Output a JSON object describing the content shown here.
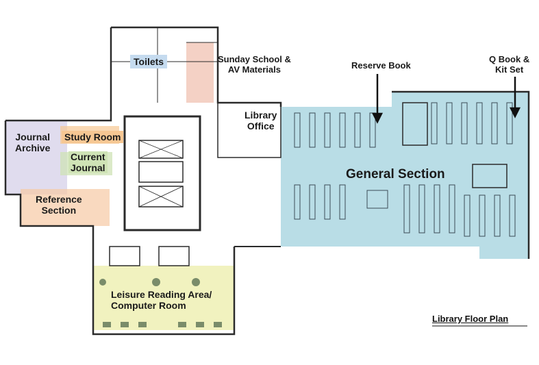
{
  "title": "Library Floor Plan",
  "labels": {
    "toilets": "Toilets",
    "sunday": [
      "Sunday School &",
      "AV Materials"
    ],
    "reserve_book": "Reserve Book",
    "q_book": [
      "Q Book &",
      "Kit Set"
    ],
    "library_office": [
      "Library",
      "Office"
    ],
    "journal_archive": [
      "Journal",
      "Archive"
    ],
    "study_room": "Study Room",
    "current_journal": [
      "Current",
      "Journal"
    ],
    "reference_section": [
      "Reference",
      "Section"
    ],
    "general_section": "General Section",
    "leisure": [
      "Leisure Reading Area/",
      "Computer Room"
    ]
  },
  "colors": {
    "general": "#a8d4e0",
    "leisure": "#eef0b4",
    "journal_archive": "#ddd8ec",
    "study_room": "#f6c793",
    "current_journal": "#cfe3b6",
    "reference": "#f6c9a4",
    "sunday": "#f2c9bb",
    "toilets": "#c5dbef"
  }
}
